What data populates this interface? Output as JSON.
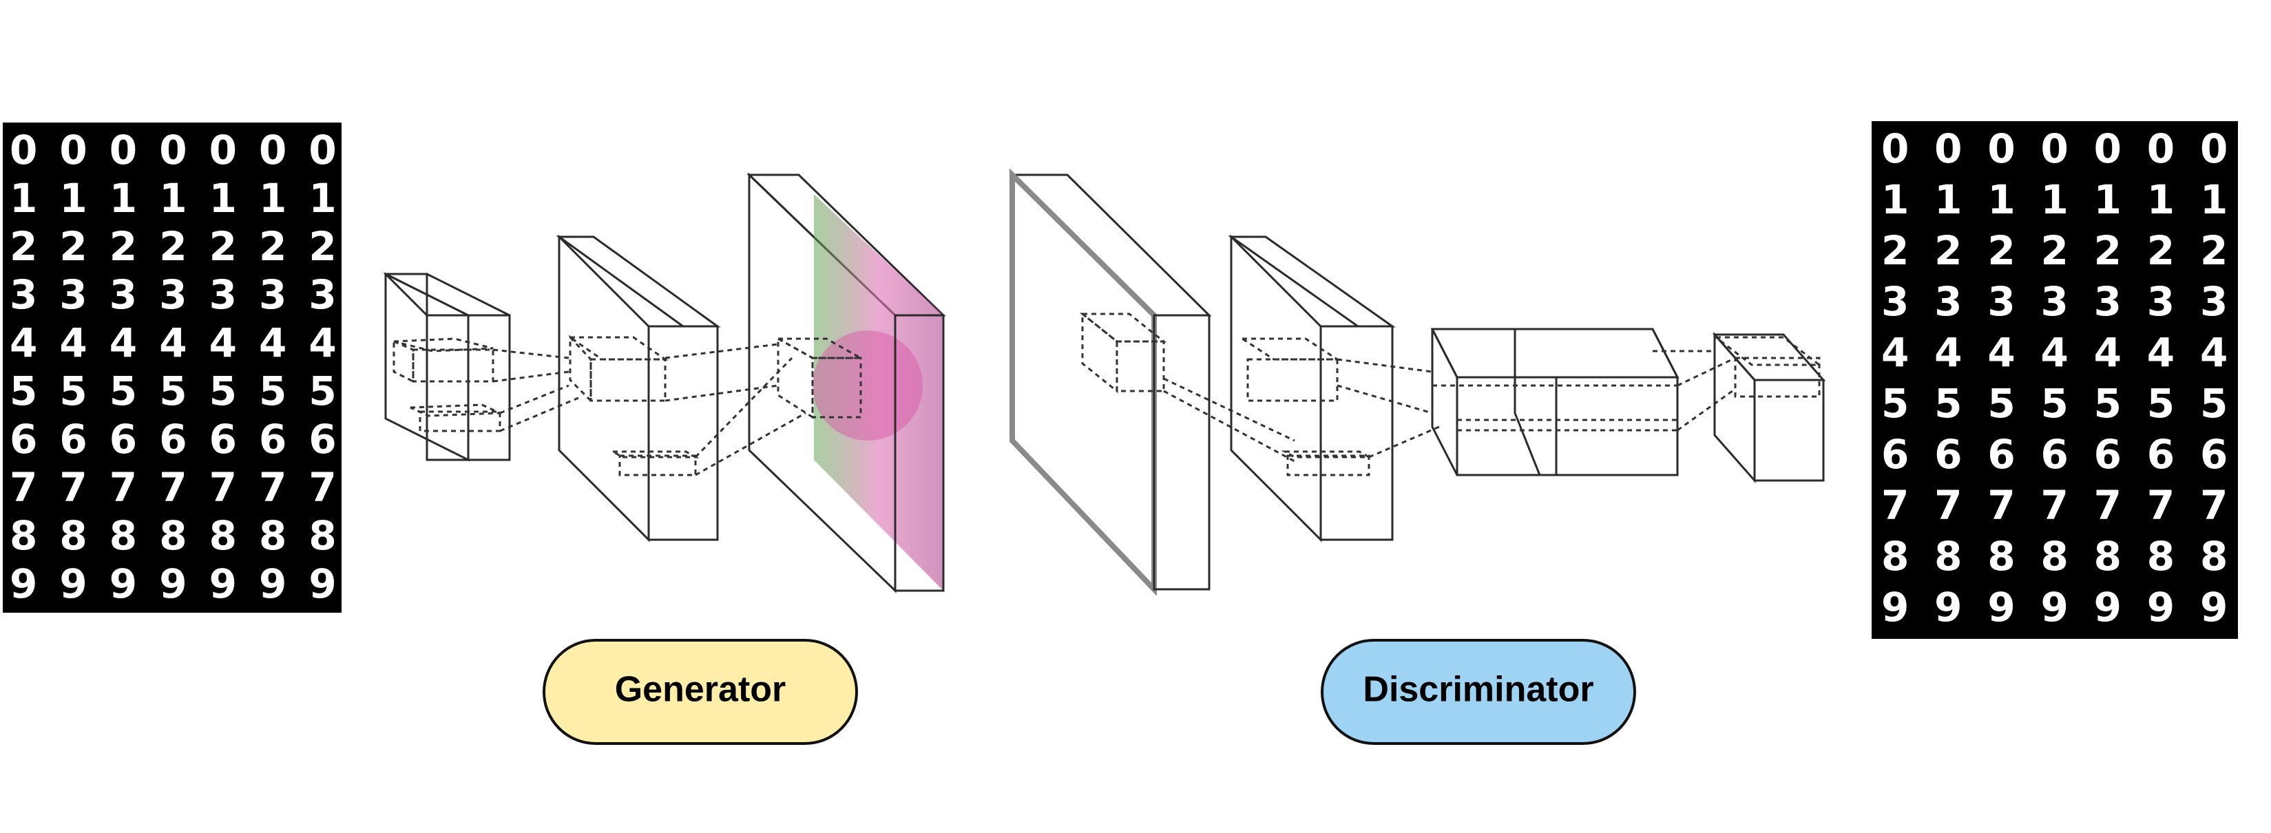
{
  "labels": {
    "generator": "Generator",
    "discriminator": "Discriminator"
  },
  "digit_grids": {
    "rows": [
      "0000000",
      "1111111",
      "2222222",
      "3333333",
      "4444444",
      "5555555",
      "6666666",
      "7777777",
      "8888888",
      "9999999"
    ]
  },
  "colors": {
    "generator_fill": "#ffeeaa",
    "discriminator_fill": "#9fd3f3",
    "kernel_green": "#a8e6a2",
    "feature_blue": "#1f3fe0",
    "grid_background": "#000000",
    "flower_pink": "#d0308a",
    "flower_green": "#3f8a3a"
  }
}
